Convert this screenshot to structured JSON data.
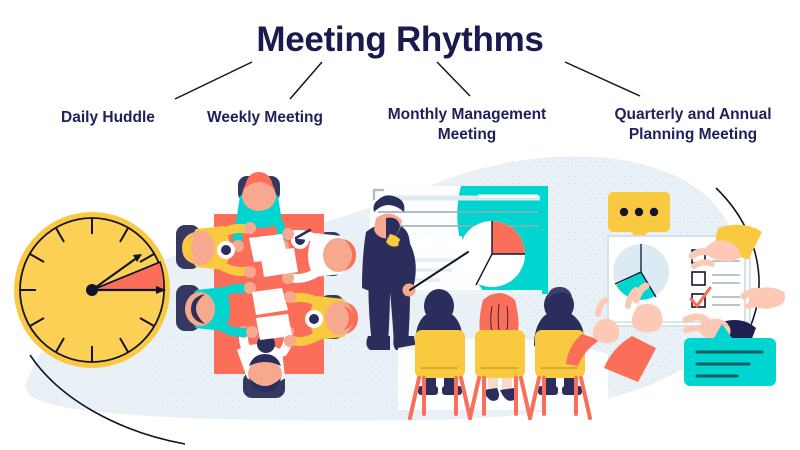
{
  "title": "Meeting Rhythms",
  "labels": [
    {
      "line1": "Daily Huddle",
      "line2": ""
    },
    {
      "line1": "Weekly Meeting",
      "line2": ""
    },
    {
      "line1": "Monthly Management",
      "line2": "Meeting"
    },
    {
      "line1": "Quarterly and Annual",
      "line2": "Planning Meeting"
    }
  ],
  "palette": {
    "navy": "#2b2d5c",
    "dark_navy": "#191a4e",
    "coral": "#fa6e5a",
    "yellow": "#f9c940",
    "teal": "#00d6cf",
    "pale_blue": "#e9f1f6",
    "skin": "#fbc9b6",
    "white": "#ffffff",
    "line": "#111111"
  },
  "scenes": {
    "clock": {
      "name": "Daily Huddle clock",
      "face_color": "#f9c940",
      "wedge_color": "#fa6e5a",
      "tick_count": 12,
      "hands": 2
    },
    "round_table": {
      "name": "Weekly Meeting table",
      "table_color": "#fa6e5a",
      "people_count": 6,
      "chair_color": "#2b2d5c"
    },
    "presentation": {
      "name": "Monthly Management Meeting presentation",
      "board_accent": "#00d6cf",
      "presenter": 1,
      "audience_count": 3,
      "chart_type": "pie",
      "pie_slice_color": "#fa6e5a"
    },
    "planning_board": {
      "name": "Quarterly and Annual Planning board",
      "bubble_top_color": "#f9c940",
      "bubble_top_dots": 3,
      "bubble_bottom_color": "#00d6cf",
      "bubble_bottom_lines": 3,
      "checklist_items": 3,
      "checked_items": 1,
      "check_color": "#fa6e5a",
      "hands_count": 4,
      "chart_type": "pie",
      "pie_slice_color": "#00d6cf"
    }
  }
}
